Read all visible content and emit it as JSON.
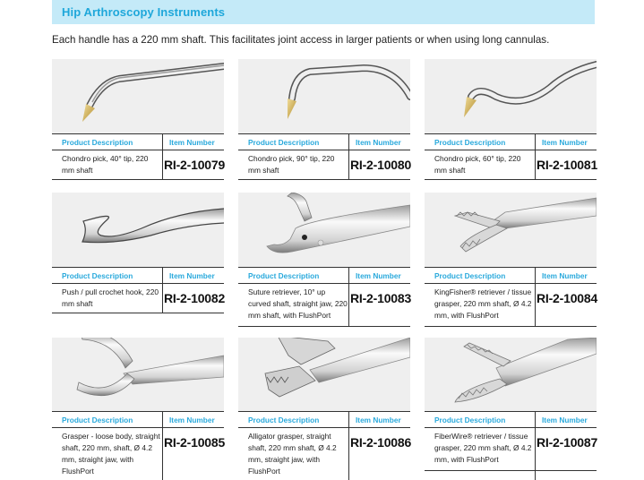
{
  "header": {
    "title": "Hip Arthroscopy Instruments",
    "intro": "Each handle has a 220 mm shaft. This facilitates joint access in larger patients or when using long cannulas."
  },
  "colors": {
    "banner_bg": "#c4eaf8",
    "accent": "#1ea7da",
    "image_bg": "#efefef"
  },
  "table_headers": {
    "description": "Product Description",
    "item_number": "Item Number"
  },
  "products": [
    {
      "icon": "chondro-pick-40-icon",
      "description": "Chondro pick, 40° tip, 220 mm shaft",
      "item_number": "RI-2-10079"
    },
    {
      "icon": "chondro-pick-90-icon",
      "description": "Chondro pick, 90° tip, 220 mm shaft",
      "item_number": "RI-2-10080"
    },
    {
      "icon": "chondro-pick-60-icon",
      "description": "Chondro pick, 60° tip, 220 mm shaft",
      "item_number": "RI-2-10081"
    },
    {
      "icon": "crochet-hook-icon",
      "description": "Push / pull crochet hook, 220 mm shaft",
      "item_number": "RI-2-10082"
    },
    {
      "icon": "suture-retriever-icon",
      "description": "Suture retriever, 10° up curved shaft, straight jaw, 220 mm shaft, with FlushPort",
      "item_number": "RI-2-10083"
    },
    {
      "icon": "kingfisher-grasper-icon",
      "description": "KingFisher® retriever / tissue grasper, 220 mm shaft, Ø 4.2 mm, with FlushPort",
      "item_number": "RI-2-10084"
    },
    {
      "icon": "loose-body-grasper-icon",
      "description": "Grasper - loose body, straight shaft, 220 mm, shaft, Ø 4.2 mm, straight jaw, with FlushPort",
      "item_number": "RI-2-10085"
    },
    {
      "icon": "alligator-grasper-icon",
      "description": "Alligator grasper, straight shaft, 220 mm shaft, Ø 4.2 mm, straight jaw, with FlushPort",
      "item_number": "RI-2-10086"
    },
    {
      "icon": "fiberwire-grasper-icon",
      "description": "FiberWire® retriever / tissue grasper, 220 mm shaft, Ø 4.2 mm, with FlushPort",
      "item_number": "RI-2-10087"
    }
  ]
}
